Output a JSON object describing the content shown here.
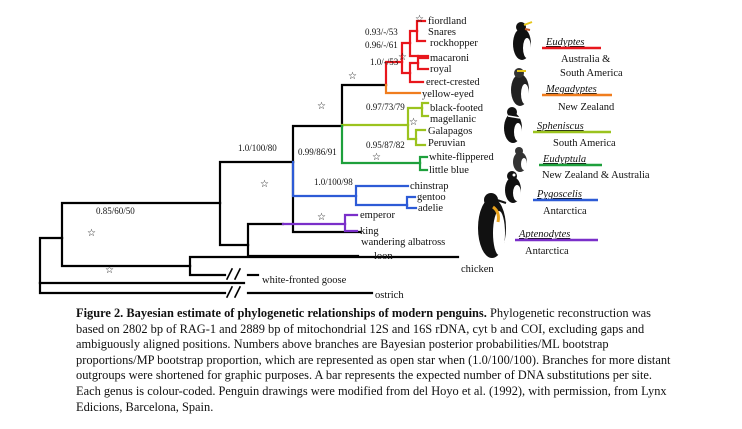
{
  "taxa": {
    "fiordland": "fiordland",
    "snares": "Snares",
    "rockhopper": "rockhopper",
    "macaroni": "macaroni",
    "royal": "royal",
    "erect_crested": "erect-crested",
    "yellow_eyed": "yellow-eyed",
    "black_footed": "black-footed",
    "magellanic": "magellanic",
    "galapagos": "Galapagos",
    "peruvian": "Peruvian",
    "white_flippered": "white-flippered",
    "little_blue": "little blue",
    "chinstrap": "chinstrap",
    "gentoo": "gentoo",
    "adelie": "adelie",
    "emperor": "emperor",
    "king": "king",
    "wandering_albatross": "wandering albatross",
    "loon": "loon",
    "chicken": "chicken",
    "white_fronted_goose": "white-fronted goose",
    "ostrich": "ostrich"
  },
  "support": {
    "s1": "0.93/-/53",
    "s2": "0.96/-/61",
    "s3": "1.0/-/53",
    "s4": "0.97/73/79",
    "s5": "0.95/87/82",
    "s6": "0.99/86/91",
    "s7": "1.0/100/80",
    "s8": "1.0/100/98",
    "s9": "0.85/60/50"
  },
  "star_symbol": "☆",
  "genera": {
    "eudyptes": {
      "name": "Eudyptes",
      "region": "Australia &",
      "region2": "South America",
      "color": "#e8161c"
    },
    "megadyptes": {
      "name": "Megadyptes",
      "region": "New Zealand",
      "color": "#f07d1e"
    },
    "spheniscus": {
      "name": "Spheniscus",
      "region": "South America",
      "color": "#9bc31e"
    },
    "eudyptula": {
      "name": "Eudyptula",
      "region": "New Zealand & Australia",
      "color": "#1ea03c"
    },
    "pygoscelis": {
      "name": "Pygoscelis",
      "region": "Antarctica",
      "color": "#2d5bd6"
    },
    "aptenodytes": {
      "name": "Aptenodytes",
      "region": "Antarctica",
      "color": "#7a2fc9"
    }
  },
  "caption": {
    "title": "Figure 2. Bayesian estimate of phylogenetic relationships of modern penguins.",
    "body": " Phylogenetic reconstruction was based on 2802 bp of RAG-1 and 2889 bp of mitochondrial 12S and 16S rDNA, cyt b and COI, excluding gaps and ambiguously aligned positions. Numbers above branches are Bayesian posterior probabilities/ML bootstrap proportions/MP bootstrap proportion, which are represented as open star when (1.0/100/100). Branches for more distant outgroups were shortened for graphic purposes. A bar represents the expected number of DNA substitutions per site. Each genus is colour-coded. Penguin drawings were modified from del Hoyo et al. (1992), with permission, from Lynx Edicions, Barcelona, Spain."
  }
}
